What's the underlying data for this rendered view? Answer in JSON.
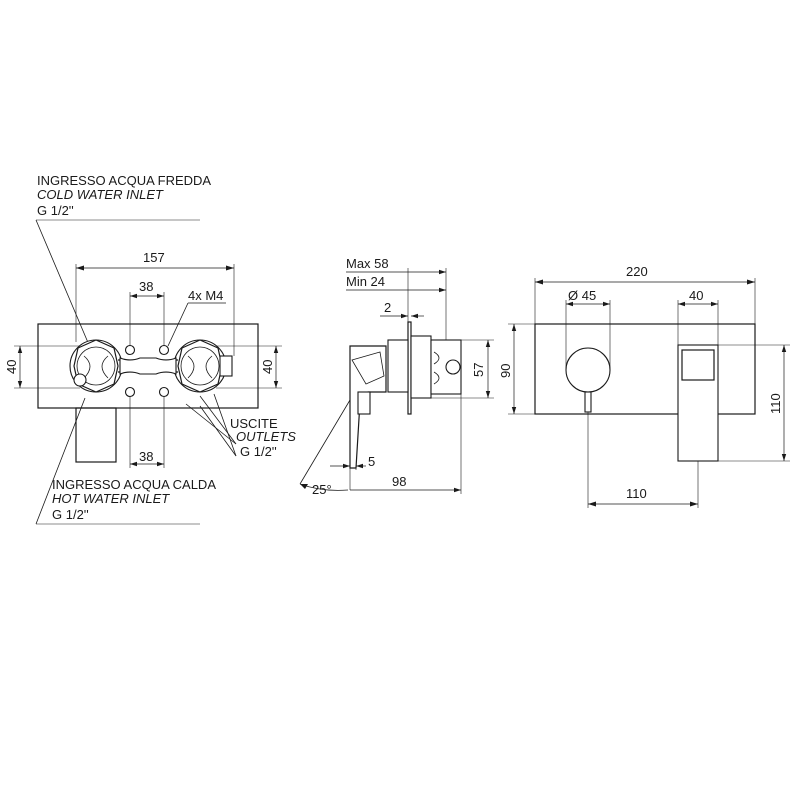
{
  "notes": {
    "cold_inlet": {
      "it": "INGRESSO ACQUA FREDDA",
      "en": "COLD WATER INLET",
      "thread": "G 1/2''"
    },
    "hot_inlet": {
      "it": "INGRESSO ACQUA CALDA",
      "en": "HOT WATER INLET",
      "thread": "G 1/2''"
    },
    "outlets": {
      "it": "USCITE",
      "en": "OUTLETS",
      "thread": "G 1/2''"
    },
    "screws": "4x M4"
  },
  "front_view": {
    "width": "157",
    "center_top": "38",
    "center_bottom": "38",
    "height_left": "40",
    "height_right": "40"
  },
  "side_view": {
    "max_depth": "Max 58",
    "min_depth": "Min 24",
    "offset": "2",
    "height": "57",
    "lever_gap": "5",
    "angle": "25°",
    "depth": "98"
  },
  "plate_view": {
    "width": "220",
    "knob_diameter": "Ø 45",
    "spout_width": "40",
    "height_left": "90",
    "height_right": "110",
    "spacing": "110"
  }
}
